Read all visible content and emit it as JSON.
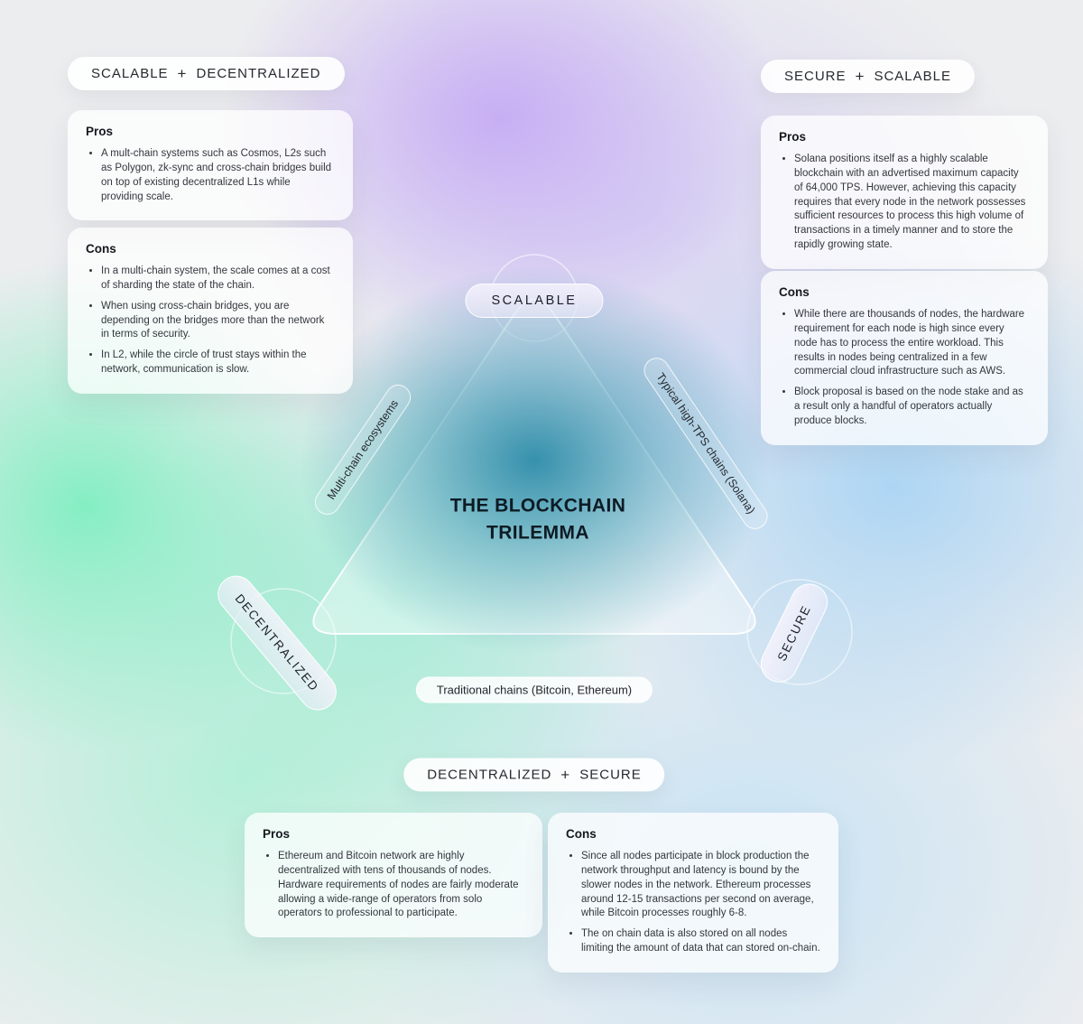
{
  "center": {
    "title_line1": "THE BLOCKCHAIN",
    "title_line2": "TRILEMMA"
  },
  "triangle": {
    "vertex_top": "SCALABLE",
    "vertex_bottom_left": "DECENTRALIZED",
    "vertex_bottom_right": "SECURE",
    "edge_left": "Multi-chain ecosystems",
    "edge_right": "Typical high-TPS chains (Solana)",
    "edge_bottom": "Traditional chains (Bitcoin, Ethereum)"
  },
  "sections": {
    "scalable_decentralized": {
      "heading_part1": "SCALABLE",
      "heading_plus": "+",
      "heading_part2": "DECENTRALIZED",
      "pros": {
        "title": "Pros",
        "items": [
          "A mult-chain systems such as Cosmos, L2s such as Polygon, zk-sync and cross-chain bridges build on top of existing decentralized L1s while providing scale."
        ]
      },
      "cons": {
        "title": "Cons",
        "items": [
          "In a multi-chain system, the scale comes at a cost of sharding the state of the chain.",
          "When using cross-chain bridges, you are depending on the bridges more than the network in terms of security.",
          "In L2, while the circle of trust stays within the network, communication is slow."
        ]
      }
    },
    "secure_scalable": {
      "heading_part1": "SECURE",
      "heading_plus": "+",
      "heading_part2": "SCALABLE",
      "pros": {
        "title": "Pros",
        "items": [
          "Solana positions itself as a highly scalable blockchain with an advertised maximum capacity of 64,000 TPS. However, achieving this capacity requires that every node in the network possesses sufficient resources to process this high volume of transactions in a timely manner and to store the rapidly growing state."
        ]
      },
      "cons": {
        "title": "Cons",
        "items": [
          "While there are thousands of nodes, the hardware requirement for each node is high since every node has to process the entire workload. This results in nodes being centralized in a few commercial cloud infrastructure such as AWS.",
          "Block proposal is based on the node stake and as a result only a handful of operators actually produce blocks."
        ]
      }
    },
    "decentralized_secure": {
      "heading_part1": "DECENTRALIZED",
      "heading_plus": "+",
      "heading_part2": "SECURE",
      "pros": {
        "title": "Pros",
        "items": [
          "Ethereum and Bitcoin network are highly decentralized with tens of thousands of nodes. Hardware requirements of nodes are fairly moderate allowing a wide-range of operators from solo operators to professional to participate."
        ]
      },
      "cons": {
        "title": "Cons",
        "items": [
          "Since all nodes participate in block production the network throughput and latency is bound by the slower nodes in the network. Ethereum processes around 12-15 transactions per second on average, while Bitcoin processes roughly 6-8.",
          "The on chain data is also stored on all nodes limiting the amount of data that can stored on-chain."
        ]
      }
    }
  },
  "colors": {
    "background": "#ecedef",
    "blob_purple": "#c6acf4",
    "blob_green": "#74eebc",
    "blob_blue": "#9ed0f5",
    "center_teal": "#1e84a3",
    "card_background": "#ffffff",
    "text_dark": "#15181d"
  }
}
